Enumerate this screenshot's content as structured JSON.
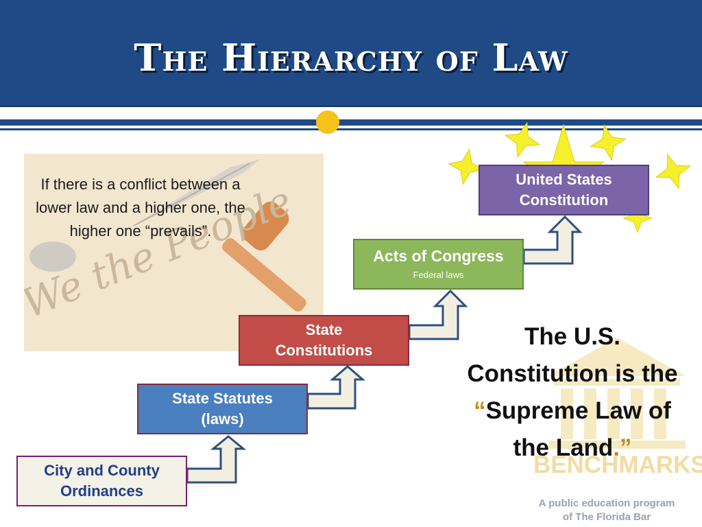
{
  "title": "The Hierarchy of Law",
  "note": "If there is a conflict between a lower law and a higher one, the higher one “prevails”.",
  "hierarchy": {
    "constitution": {
      "line1": "United States",
      "line2": "Constitution"
    },
    "congress": {
      "main": "Acts of Congress",
      "sub": "Federal  laws"
    },
    "state_constitutions": {
      "line1": "State",
      "line2": "Constitutions"
    },
    "statutes": {
      "line1": "State Statutes",
      "line2": "(laws)"
    },
    "ordinances": {
      "line1": "City and County",
      "line2": "Ordinances"
    }
  },
  "supreme": {
    "line1": "The U.S.",
    "line2": "Constitution is the",
    "quote_open": "“",
    "line3": "Supreme Law of",
    "line4": "the Land",
    "period": ".",
    "quote_close": "”"
  },
  "logo": {
    "text": "BENCHMARKS"
  },
  "footer": {
    "line1": "A public education program",
    "line2": "of The Florida Bar"
  },
  "colors": {
    "header": "#1f4a86",
    "accent_dot": "#f7c21a",
    "constitution": "#7b64a7",
    "congress": "#8cb75a",
    "state_constitutions": "#c14c48",
    "statutes": "#4a7fc0",
    "ordinances": "#f4f1e6",
    "star": "#f5ef2c"
  },
  "icons": [
    "star-icon",
    "up-arrow-icon",
    "gavel-icon",
    "quill-icon",
    "courthouse-icon"
  ]
}
